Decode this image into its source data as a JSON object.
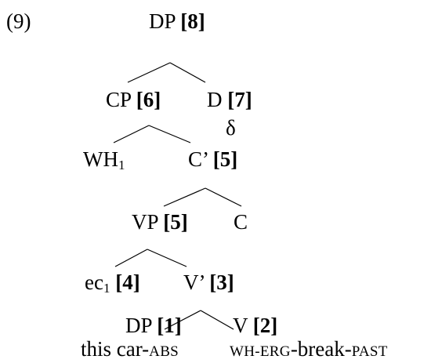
{
  "example_number": "(9)",
  "nodes": {
    "dp_root": {
      "cat": "DP",
      "index": "[8]"
    },
    "cp": {
      "cat": "CP",
      "index": "[6]"
    },
    "d": {
      "cat": "D",
      "index": "[7]",
      "under": "δ"
    },
    "wh": {
      "cat": "WH",
      "sub": "1"
    },
    "cbar": {
      "cat": "C’",
      "index": "[5]"
    },
    "vp": {
      "cat": "VP",
      "index": "[5]"
    },
    "c": {
      "cat": "C"
    },
    "ec": {
      "cat": "ec",
      "sub": "1",
      "index": "[4]"
    },
    "vbar": {
      "cat": "V’",
      "index": "[3]"
    },
    "dp_leaf": {
      "cat": "DP",
      "index": "[1]"
    },
    "v": {
      "cat": "V",
      "index": "[2]"
    }
  },
  "gloss": {
    "left": {
      "text": "this car-",
      "sc": "ABS"
    },
    "right": {
      "p1": "WH",
      "p2": "-",
      "p3": "ERG",
      "p4": "-break-",
      "p5": "PAST"
    }
  }
}
